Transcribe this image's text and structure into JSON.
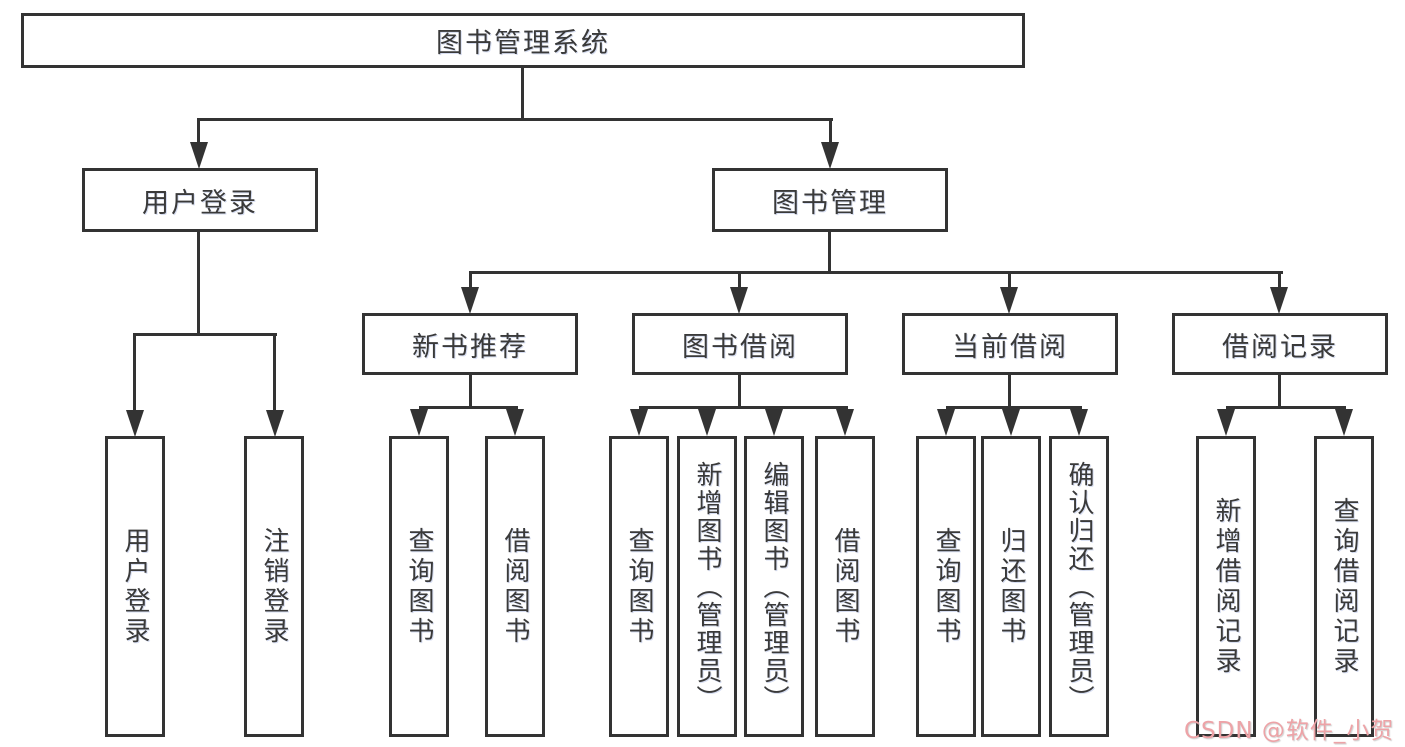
{
  "tree": {
    "root": {
      "label": "图书管理系统",
      "children": [
        {
          "label": "用户登录",
          "children": [
            {
              "label": "用户登录"
            },
            {
              "label": "注销登录"
            }
          ]
        },
        {
          "label": "图书管理",
          "children": [
            {
              "label": "新书推荐",
              "children": [
                {
                  "label": "查询图书"
                },
                {
                  "label": "借阅图书"
                }
              ]
            },
            {
              "label": "图书借阅",
              "children": [
                {
                  "label": "查询图书"
                },
                {
                  "label": "新增图书（管理员）"
                },
                {
                  "label": "编辑图书（管理员）"
                },
                {
                  "label": "借阅图书"
                }
              ]
            },
            {
              "label": "当前借阅",
              "children": [
                {
                  "label": "查询图书"
                },
                {
                  "label": "归还图书"
                },
                {
                  "label": "确认归还（管理员）"
                }
              ]
            },
            {
              "label": "借阅记录",
              "children": [
                {
                  "label": "新增借阅记录"
                },
                {
                  "label": "查询借阅记录"
                }
              ]
            }
          ]
        }
      ]
    }
  },
  "watermark": {
    "text": "CSDN @软件_小贺同学",
    "color": "#eda3a7"
  },
  "colors": {
    "line": "#333333",
    "box_border": "#333333",
    "text": "#3a3a3a",
    "background": "#ffffff"
  }
}
